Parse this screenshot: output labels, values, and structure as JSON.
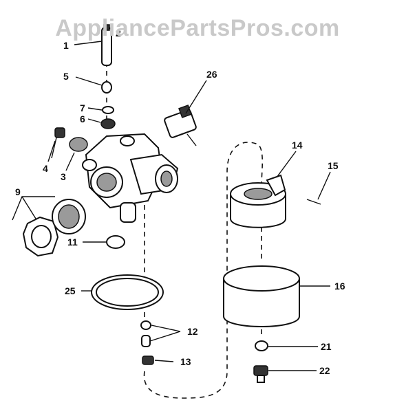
{
  "watermark": "AppliancePartsPros.com",
  "callouts": {
    "c1": "1",
    "c2": "2",
    "c3": "3",
    "c4": "4",
    "c5": "5",
    "c6": "6",
    "c7": "7",
    "c9": "9",
    "c11": "11",
    "c12": "12",
    "c13": "13",
    "c14": "14",
    "c15": "15",
    "c16": "16",
    "c21": "21",
    "c22": "22",
    "c25": "25",
    "c26": "26"
  }
}
